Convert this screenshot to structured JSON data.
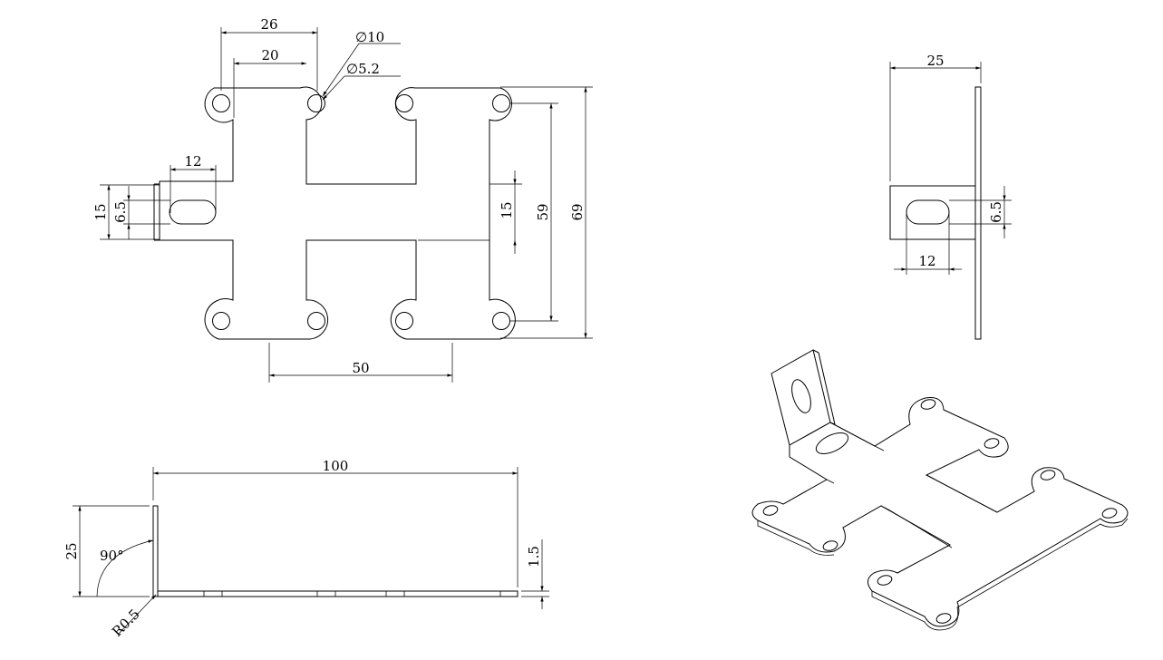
{
  "views": {
    "top": {
      "dims": {
        "d26": "26",
        "d20": "20",
        "dia10": "∅10",
        "dia52": "∅5.2",
        "d12": "12",
        "d15_left": "15",
        "d65_left": "6.5",
        "d15_right": "15",
        "d59": "59",
        "d69": "69",
        "d50": "50"
      }
    },
    "side": {
      "dims": {
        "d25": "25",
        "d65": "6.5",
        "d12": "12"
      }
    },
    "front": {
      "dims": {
        "d100": "100",
        "d25": "25",
        "angle": "90°",
        "thickness": "1.5",
        "radius": "R0.5"
      }
    }
  }
}
